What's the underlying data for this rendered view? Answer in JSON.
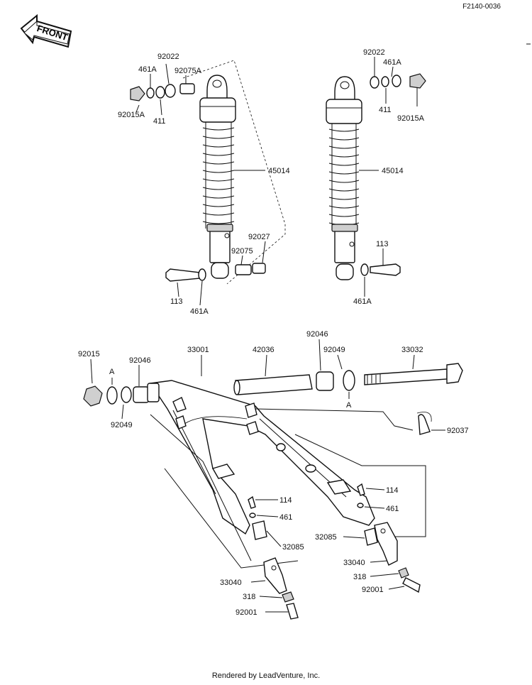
{
  "doc_code": "F2140-0036",
  "front_label": "FRONT",
  "footer": "Rendered by LeadVenture, Inc.",
  "labels": {
    "l_92022_a": "92022",
    "l_461a_a": "461A",
    "l_92075a": "92075A",
    "l_92015a_a": "92015A",
    "l_411_a": "411",
    "l_45014_a": "45014",
    "l_92027": "92027",
    "l_92075": "92075",
    "l_113_a": "113",
    "l_461a_b": "461A",
    "l_92022_b": "92022",
    "l_461a_c": "461A",
    "l_411_b": "411",
    "l_92015a_b": "92015A",
    "l_45014_b": "45014",
    "l_113_b": "113",
    "l_461a_d": "461A",
    "l_92015": "92015",
    "l_a_1": "A",
    "l_92046_a": "92046",
    "l_33001": "33001",
    "l_42036": "42036",
    "l_92046_b": "92046",
    "l_92049_a": "92049",
    "l_33032": "33032",
    "l_a_2": "A",
    "l_92049_b": "92049",
    "l_92037": "92037",
    "l_114_a": "114",
    "l_461_a": "461",
    "l_114_b": "114",
    "l_461_b": "461",
    "l_32085_a": "32085",
    "l_32085_b": "32085",
    "l_33040_a": "33040",
    "l_318_a": "318",
    "l_92001_a": "92001",
    "l_33040_b": "33040",
    "l_318_b": "318",
    "l_92001_b": "92001"
  }
}
